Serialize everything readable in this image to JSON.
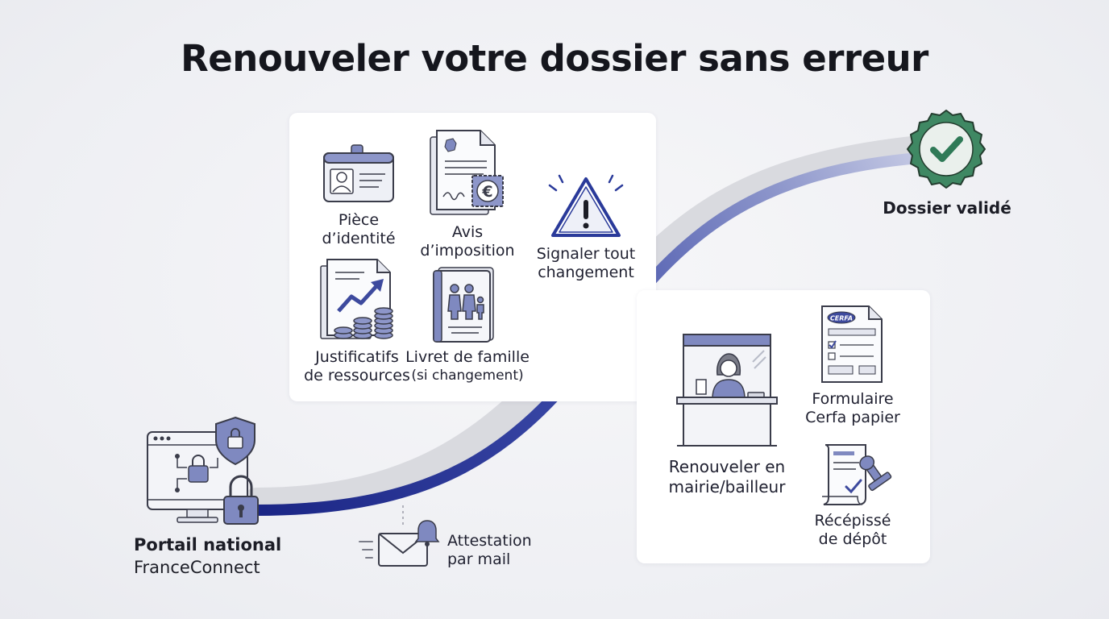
{
  "title": "Renouveler votre dossier sans erreur",
  "documents": {
    "id_card": [
      "Pièce",
      "d’identité"
    ],
    "tax_notice": [
      "Avis",
      "d’imposition"
    ],
    "report_change": [
      "Signaler tout",
      "changement"
    ],
    "income_proof": [
      "Justificatifs",
      "de ressources"
    ],
    "family_book": [
      "Livret de famille",
      "(si changement)"
    ]
  },
  "portal": {
    "line1": "Portail national",
    "line2": "FranceConnect"
  },
  "email_confirmation": [
    "Attestation",
    "par mail"
  ],
  "end": {
    "label": "Dossier validé"
  },
  "in_person": {
    "office": [
      "Renouveler en",
      "mairie/bailleur"
    ],
    "form": [
      "Formulaire",
      "Cerfa papier"
    ],
    "form_logo": "CERFA",
    "receipt": [
      "Récépissé",
      "de dépôt"
    ]
  },
  "colors": {
    "accent": "#1d2a8a",
    "icon_fill": "#7f89c0",
    "badge_green": "#2f7a57"
  },
  "icons": {
    "id_card": "id-badge-icon",
    "tax": "tax-document-euro-stamp-icon",
    "warning": "warning-triangle-icon",
    "income": "growth-chart-coins-icon",
    "family": "family-book-icon",
    "portal": "secure-computer-shield-icon",
    "mail": "envelope-bell-icon",
    "badge": "check-seal-icon",
    "office": "service-desk-clerk-icon",
    "form": "cerfa-form-icon",
    "receipt": "receipt-stamp-icon"
  }
}
